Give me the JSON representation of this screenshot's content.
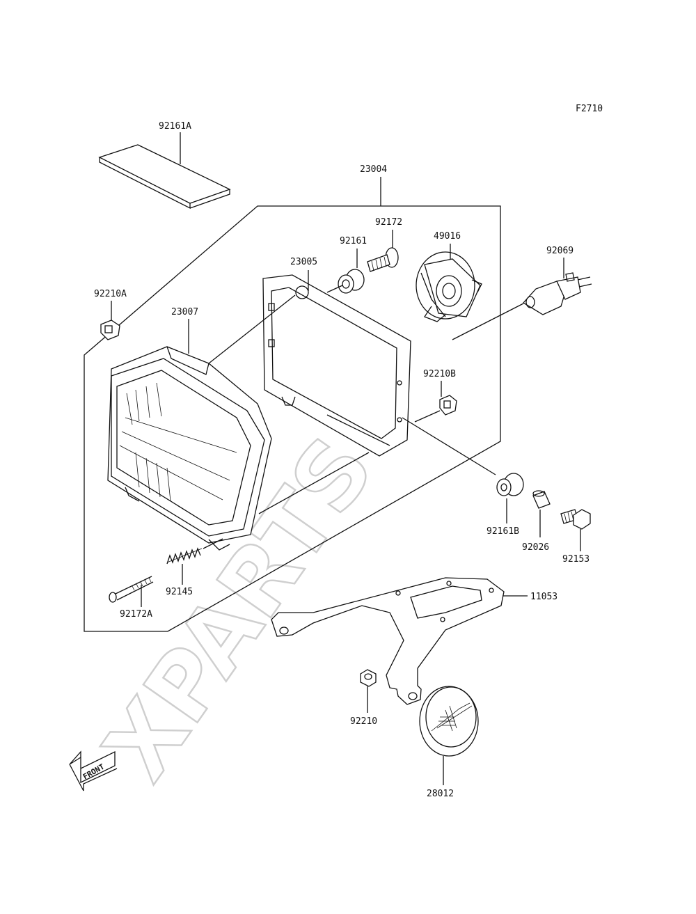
{
  "diagram": {
    "figure_code": "F2710",
    "watermark": "XPARTS",
    "front_label": "FRONT",
    "parts": {
      "p92161A": "92161A",
      "p23004": "23004",
      "p92172": "92172",
      "p92161": "92161",
      "p49016": "49016",
      "p92069": "92069",
      "p23005": "23005",
      "p92210A": "92210A",
      "p23007": "23007",
      "p92210B": "92210B",
      "p92161B": "92161B",
      "p92026": "92026",
      "p92153": "92153",
      "p11053": "11053",
      "p92145": "92145",
      "p92172A": "92172A",
      "p92210": "92210",
      "p28012": "28012"
    }
  }
}
